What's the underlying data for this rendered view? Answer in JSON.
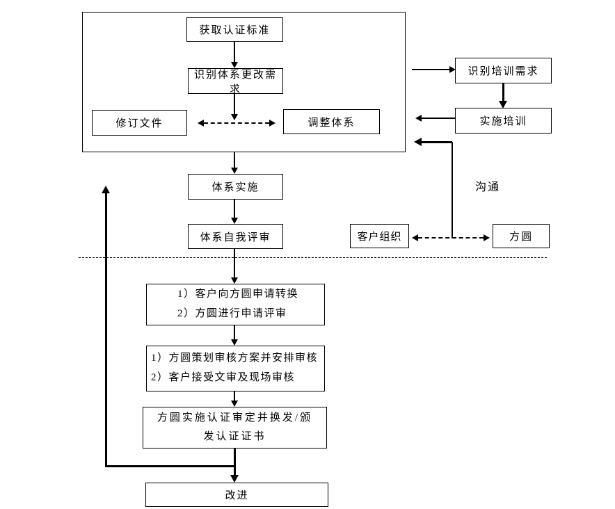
{
  "diagram": {
    "type": "flowchart",
    "colors": {
      "line": "#000000",
      "background": "#ffffff",
      "text": "#000000"
    },
    "nodes": {
      "obtain_standard": "获取认证标准",
      "identify_change_needs": "识别体系更改需求",
      "revise_documents": "修订文件",
      "adjust_system": "调整体系",
      "identify_training_needs": "识别培训需求",
      "implement_training": "实施培训",
      "system_implementation": "体系实施",
      "system_self_review": "体系自我评审",
      "customer_organization": "客户组织",
      "fangyuan": "方圆",
      "communication_label": "沟通",
      "apply_line1": "1）客户向方圆申请转换",
      "apply_line2": "2）方圆进行申请评审",
      "audit_line1": "1）方圆策划审核方案并安排审核",
      "audit_line2": "2）客户接受文审及现场审核",
      "certify_line1": "方圆实施认证审定并换发/颁",
      "certify_line2": "发认证证书",
      "improve": "改进"
    }
  }
}
